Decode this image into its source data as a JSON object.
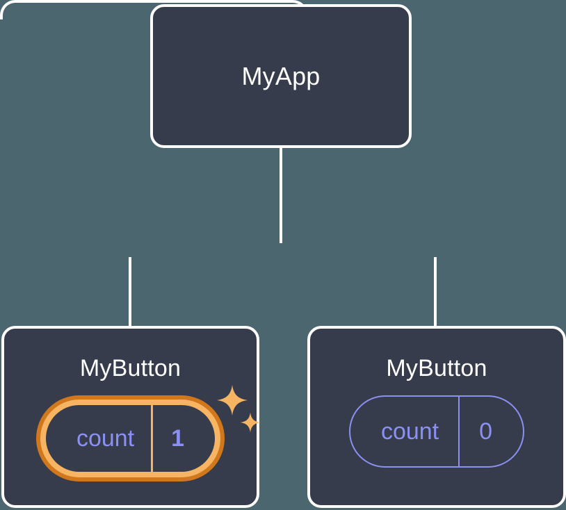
{
  "theme": {
    "background": "#4c6670",
    "node_fill": "#363c4b",
    "node_border": "#ffffff",
    "connector": "#ffffff",
    "state_accent": "#8b90f2",
    "highlight_outer": "#d1781c",
    "highlight_inner": "#f7b463",
    "title_text": "#ffffff"
  },
  "tree": {
    "root": {
      "title": "MyApp"
    },
    "children": [
      {
        "title": "MyButton",
        "state": {
          "key": "count",
          "value": "1"
        },
        "highlighted": true,
        "sparkles": [
          {
            "name": "sparkle-large"
          },
          {
            "name": "sparkle-small"
          }
        ]
      },
      {
        "title": "MyButton",
        "state": {
          "key": "count",
          "value": "0"
        },
        "highlighted": false
      }
    ]
  }
}
